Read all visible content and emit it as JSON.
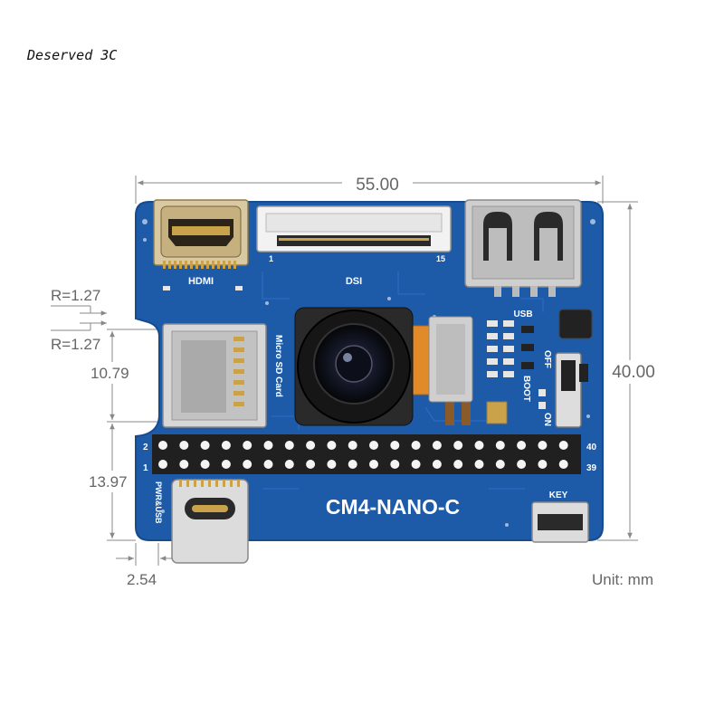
{
  "watermark": "Deserved 3C",
  "dimensions": {
    "width": "55.00",
    "height": "40.00",
    "radius_top": "R=1.27",
    "radius_bottom": "R=1.27",
    "sd_offset": "10.79",
    "header_offset": "13.97",
    "edge_offset": "2.54",
    "unit": "Unit: mm"
  },
  "board": {
    "name": "CM4-NANO-C",
    "hdmi_label": "HDMI",
    "dsi_label": "DSI",
    "dsi_pin_first": "1",
    "dsi_pin_last": "15",
    "usb_label": "USB",
    "sd_label": "Micro SD Card",
    "boot_label": "BOOT",
    "off_label": "OFF",
    "on_label": "ON",
    "key_label": "KEY",
    "pwr_label": "PWR&USB",
    "header_pin_top_left": "2",
    "header_pin_bottom_left": "1",
    "header_pin_top_right": "40",
    "header_pin_bottom_right": "39"
  },
  "colors": {
    "pcb": "#1d5aa8",
    "pcb_dark": "#174a8c",
    "dimension_line": "#888888",
    "dimension_text": "#666666",
    "gold": "#c9a24a"
  }
}
